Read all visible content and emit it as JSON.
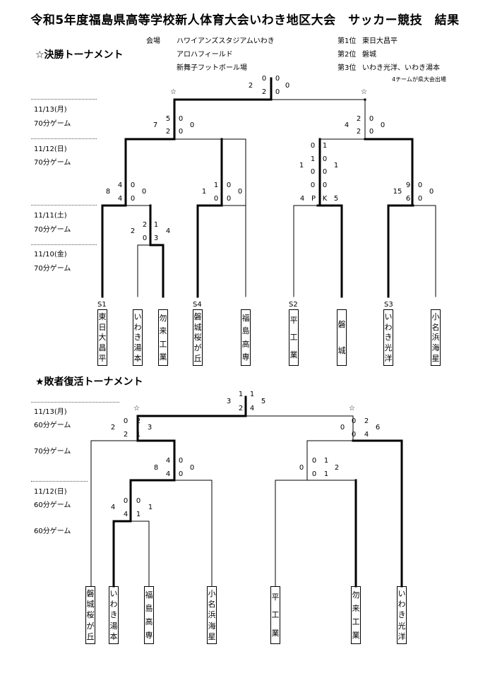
{
  "title": "令和5年度福島県高等学校新人体育大会いわき地区大会　サッカー競技　結果",
  "venue": {
    "label": "会場",
    "places": [
      "ハワイアンズスタジアムいわき",
      "アロハフィールド",
      "新舞子フットボール場"
    ]
  },
  "ranking": [
    {
      "place": "第1位",
      "team": "東日大昌平"
    },
    {
      "place": "第2位",
      "team": "磐城"
    },
    {
      "place": "第3位",
      "team": "いわき光洋、いわき湯本"
    }
  ],
  "ranking_note": "4チームが県大会出場",
  "main": {
    "heading": "☆決勝トーナメント",
    "rounds": [
      "11/13(月)",
      "70分ゲーム",
      "11/12(日)",
      "70分ゲーム",
      "11/11(土)",
      "70分ゲーム",
      "11/10(金)",
      "70分ゲーム"
    ],
    "seeds": [
      "S1",
      "S4",
      "S2",
      "S3"
    ],
    "teams": [
      [
        "東",
        "日",
        "大",
        "昌",
        "平"
      ],
      [
        "い",
        "わ",
        "き",
        "湯",
        "本"
      ],
      [
        "勿",
        "来",
        "工",
        "業"
      ],
      [
        "磐",
        "城",
        "桜",
        "が",
        "丘"
      ],
      [
        "福",
        "島",
        "高",
        "専"
      ],
      [
        "平",
        "工",
        "業"
      ],
      [
        "磐",
        "城"
      ],
      [
        "い",
        "わ",
        "き",
        "光",
        "洋"
      ],
      [
        "小",
        "名",
        "浜",
        "海",
        "星"
      ]
    ],
    "pk": [
      "4",
      "P",
      "K",
      "5"
    ],
    "stars": [
      "☆",
      "☆"
    ]
  },
  "repechage": {
    "heading": "★敗者復活トーナメント",
    "rounds": [
      "11/13(月)",
      "60分ゲーム",
      "70分ゲーム",
      "11/12(日)",
      "60分ゲーム",
      "60分ゲーム"
    ],
    "teams": [
      [
        "磐",
        "城",
        "桜",
        "が",
        "丘"
      ],
      [
        "い",
        "わ",
        "き",
        "湯",
        "本"
      ],
      [
        "福",
        "島",
        "高",
        "専"
      ],
      [
        "小",
        "名",
        "浜",
        "海",
        "星"
      ],
      [
        "平",
        "工",
        "業"
      ],
      [
        "勿",
        "来",
        "工",
        "業"
      ],
      [
        "い",
        "わ",
        "き",
        "光",
        "洋"
      ]
    ],
    "stars": [
      "☆",
      "☆"
    ]
  },
  "scores": [
    [
      "0",
      "0"
    ],
    [
      "2",
      "0"
    ],
    [
      "2",
      "0"
    ],
    [
      "5",
      "0"
    ],
    [
      "7",
      "0"
    ],
    [
      "2",
      "0"
    ],
    [
      "2",
      "0"
    ],
    [
      "4",
      "0"
    ],
    [
      "2",
      "0"
    ],
    [
      "4",
      "0"
    ],
    [
      "8",
      "0"
    ],
    [
      "4",
      "0"
    ],
    [
      "1",
      "0"
    ],
    [
      "1",
      "0"
    ],
    [
      "0",
      "0"
    ],
    [
      "0",
      "1"
    ],
    [
      "1",
      "0"
    ],
    [
      "1",
      "1"
    ],
    [
      "0",
      "0"
    ],
    [
      "0",
      "0"
    ],
    [
      "9",
      "0"
    ],
    [
      "15",
      "0"
    ],
    [
      "6",
      "0"
    ],
    [
      "2",
      "1"
    ],
    [
      "2",
      "4"
    ],
    [
      "0",
      "3"
    ],
    [
      "1",
      "1"
    ],
    [
      "3",
      "5"
    ],
    [
      "2",
      "4"
    ],
    [
      "0",
      "2"
    ],
    [
      "2",
      "3"
    ],
    [
      "2",
      "1"
    ],
    [
      "0",
      "2"
    ],
    [
      "0",
      "6"
    ],
    [
      "0",
      "4"
    ],
    [
      "4",
      "0"
    ],
    [
      "8",
      "0"
    ],
    [
      "4",
      "0"
    ],
    [
      "0",
      "1"
    ],
    [
      "0",
      "2"
    ],
    [
      "0",
      "1"
    ],
    [
      "0",
      "0"
    ],
    [
      "4",
      "1"
    ],
    [
      "4",
      "1"
    ]
  ]
}
